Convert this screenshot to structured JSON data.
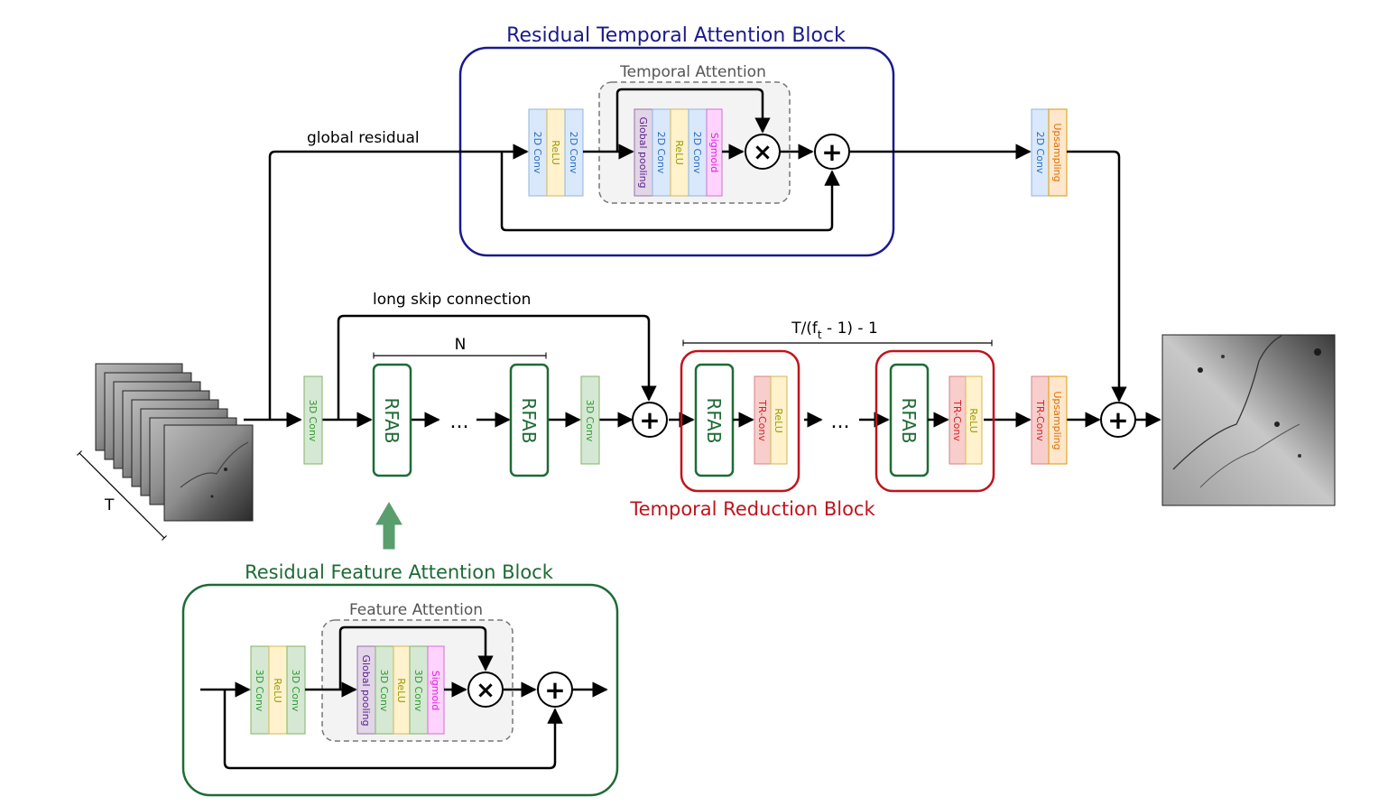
{
  "colors": {
    "rtab": "#1a1a8c",
    "rfab": "#1e6b35",
    "trb": "#c0141c",
    "conv_blue_fill": "#dae8fc",
    "conv_blue_text": "#2a6fbe",
    "conv_blue_stroke": "#8fb5dd",
    "relu_fill": "#fff2cc",
    "relu_text": "#9a9a00",
    "relu_stroke": "#d6b656",
    "conv_green_fill": "#d5e8d4",
    "conv_green_text": "#2e9c2e",
    "conv_green_stroke": "#82b366",
    "pool_fill": "#e1d5e7",
    "pool_text": "#5b1f8c",
    "pool_stroke": "#9673a6",
    "sigmoid_fill": "#ffd3ff",
    "sigmoid_text": "#e020e0",
    "sigmoid_stroke": "#d36ed3",
    "trconv_fill": "#f8cecc",
    "trconv_text": "#d22020",
    "trconv_stroke": "#d98080",
    "ups_fill": "#ffe6cc",
    "ups_text": "#d97000",
    "ups_stroke": "#d79b00"
  },
  "rtab": {
    "title": "Residual Temporal Attention Block",
    "attention_title": "Temporal Attention",
    "layers": [
      "2D Conv",
      "ReLU",
      "2D Conv"
    ],
    "attention_layers": [
      "Global pooling",
      "2D Conv",
      "ReLU",
      "2D Conv",
      "Sigmoid"
    ],
    "multiply": "×",
    "add": "+"
  },
  "rfab": {
    "title": "Residual Feature Attention Block",
    "attention_title": "Feature Attention",
    "layers": [
      "3D Conv",
      "ReLU",
      "3D Conv"
    ],
    "attention_layers": [
      "Global pooling",
      "3D Conv",
      "ReLU",
      "3D Conv",
      "Sigmoid"
    ],
    "multiply": "×",
    "add": "+"
  },
  "main": {
    "global_residual": "global residual",
    "long_skip": "long skip connection",
    "input_conv": "3D Conv",
    "rfab_label": "RFAB",
    "ellipsis": "...",
    "n_label": "N",
    "mid_conv": "3D Conv",
    "add": "+",
    "trb_label": "Temporal Reduction Block",
    "trb_count_prefix": "T/(f",
    "trb_count_sub": "t",
    "trb_count_suffix": " - 1) - 1",
    "trb_layers": [
      "TR-Conv",
      "ReLU"
    ],
    "upsample_top": [
      "2D Conv",
      "Upsampling"
    ],
    "upsample_bottom": [
      "TR-Conv",
      "Upsampling"
    ],
    "final_add": "+",
    "t_label": "T"
  }
}
